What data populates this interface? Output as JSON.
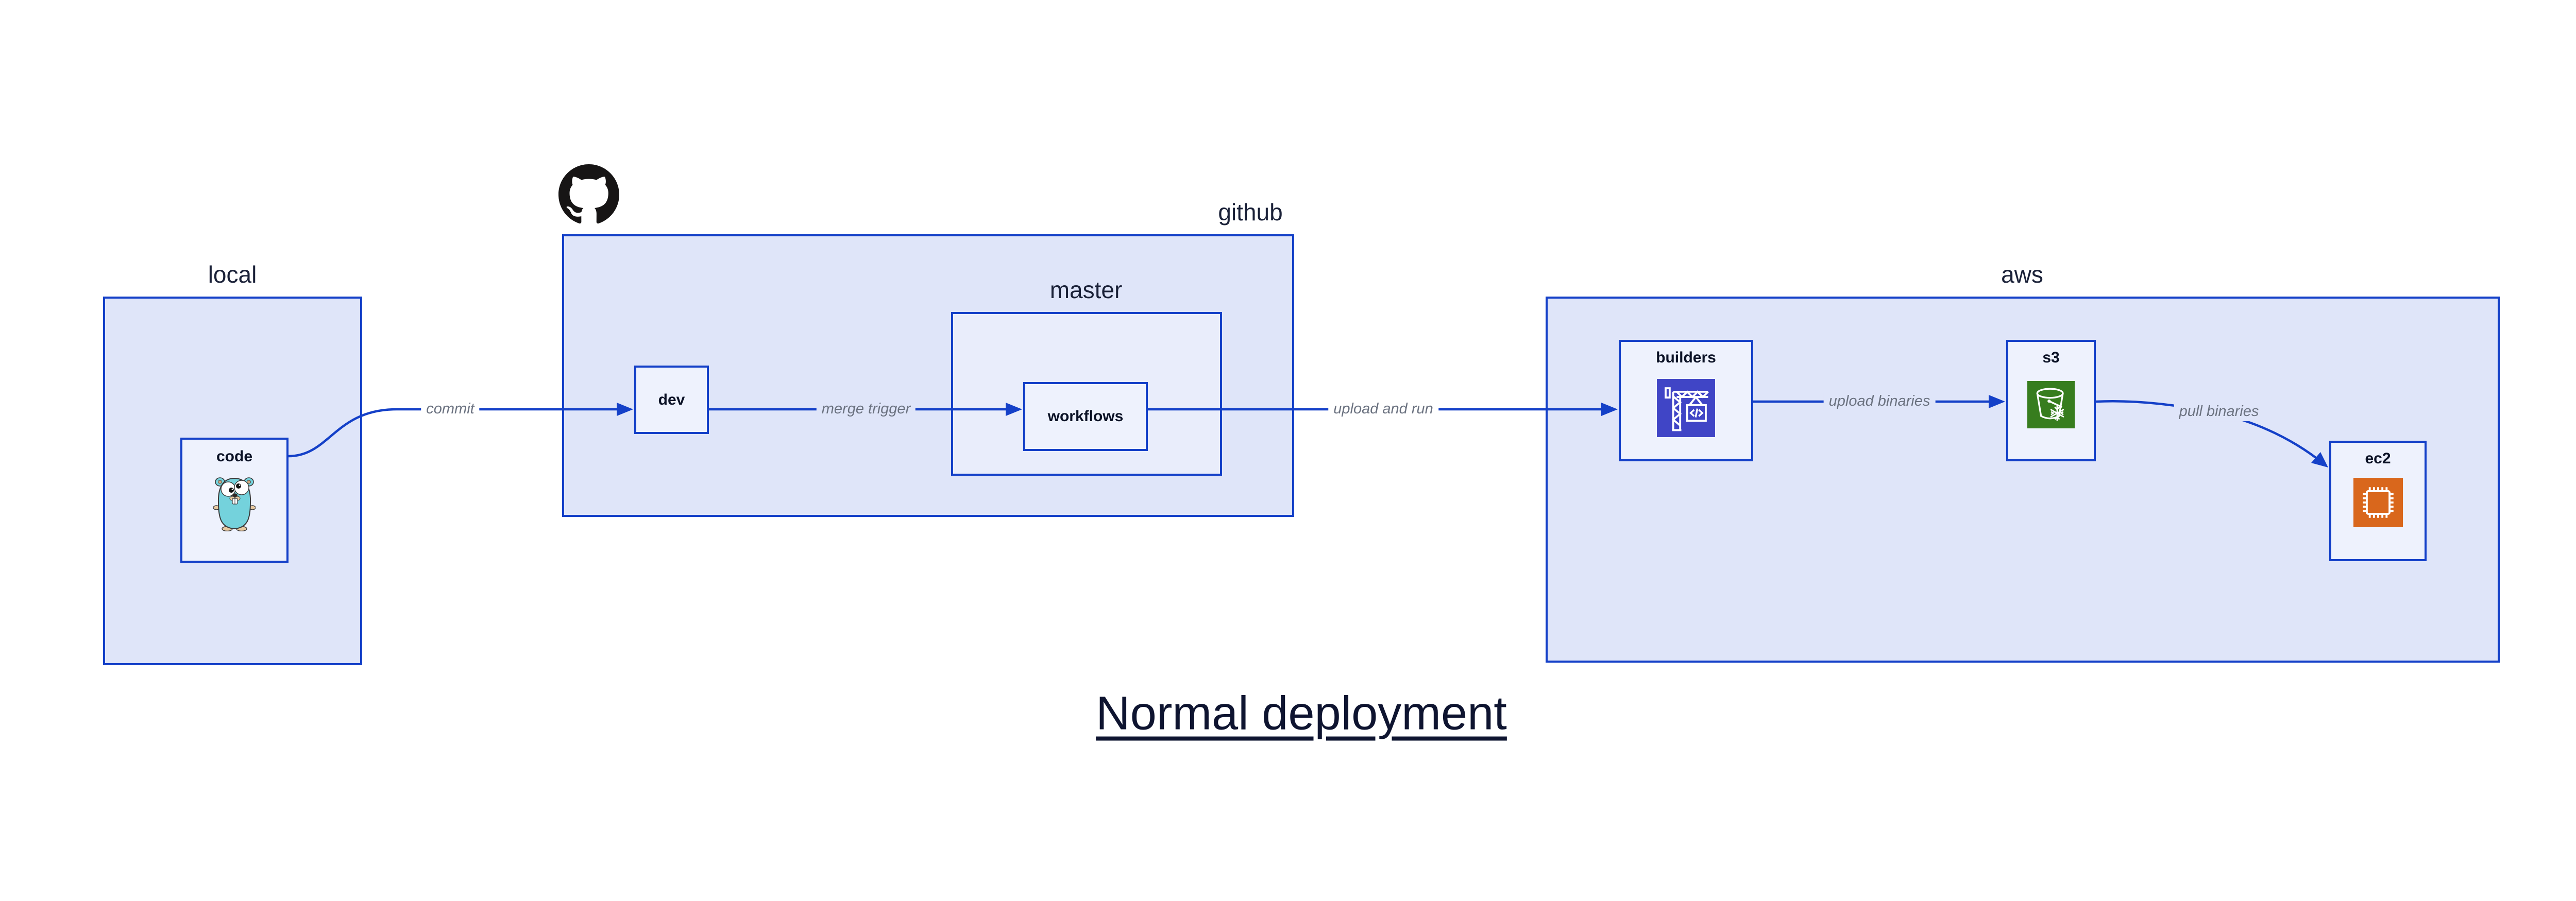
{
  "diagram": {
    "title": "Normal deployment",
    "containers": {
      "local": {
        "label": "local"
      },
      "github": {
        "label": "github",
        "icon": "github-octocat-icon"
      },
      "master": {
        "label": "master"
      },
      "aws": {
        "label": "aws"
      }
    },
    "nodes": {
      "code": {
        "label": "code",
        "icon": "go-gopher-icon"
      },
      "dev": {
        "label": "dev"
      },
      "workflows": {
        "label": "workflows"
      },
      "builders": {
        "label": "builders",
        "icon": "aws-codebuild-icon"
      },
      "s3": {
        "label": "s3",
        "icon": "aws-s3-glacier-icon"
      },
      "ec2": {
        "label": "ec2",
        "icon": "aws-ec2-chip-icon"
      }
    },
    "edges": [
      {
        "from": "code",
        "to": "dev",
        "label": "commit"
      },
      {
        "from": "dev",
        "to": "workflows",
        "label": "merge trigger"
      },
      {
        "from": "workflows",
        "to": "builders",
        "label": "upload and run"
      },
      {
        "from": "builders",
        "to": "s3",
        "label": "upload binaries"
      },
      {
        "from": "s3",
        "to": "ec2",
        "label": "pull binaries"
      }
    ],
    "colors": {
      "edge_blue": "#1440c8",
      "container_fill": "#dfe5f9",
      "subcontainer_fill": "#e9edfb",
      "node_fill": "#eef2fd",
      "node_label": "#0b1226",
      "container_label": "#1a2138",
      "edge_label_gray": "#6b7280",
      "title_navy": "#0e1430",
      "octocat_black": "#171515",
      "gopher_teal": "#74d2dc",
      "codebuild_indigo": "#4045c6",
      "s3_glacier_green": "#377d1e",
      "ec2_orange": "#d9671c"
    }
  }
}
